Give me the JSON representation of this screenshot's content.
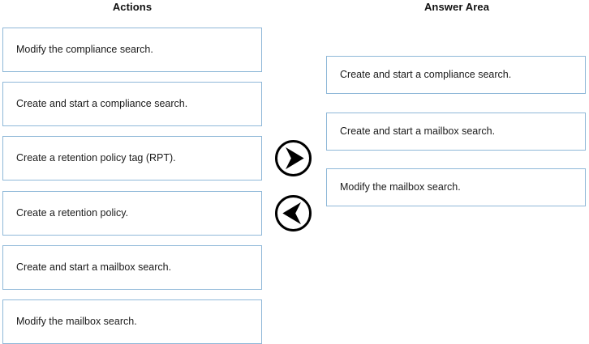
{
  "headers": {
    "actions": "Actions",
    "answer_area": "Answer Area"
  },
  "colors": {
    "box_border": "#8fb8d8",
    "box_background": "#ffffff",
    "text": "#1a1a1a",
    "arrow_stroke": "#000000",
    "page_background": "#ffffff"
  },
  "actions": {
    "title": "Actions",
    "items": [
      {
        "label": "Modify the compliance search."
      },
      {
        "label": "Create and start a compliance search."
      },
      {
        "label": "Create a retention policy tag (RPT)."
      },
      {
        "label": "Create a retention policy."
      },
      {
        "label": "Create and start a mailbox search."
      },
      {
        "label": "Modify the mailbox search."
      }
    ]
  },
  "answer_area": {
    "title": "Answer Area",
    "items": [
      {
        "label": "Create and start a compliance search."
      },
      {
        "label": "Create and start a mailbox search."
      },
      {
        "label": "Modify the mailbox search."
      }
    ]
  },
  "controls": {
    "move_right": {
      "icon": "chevron-right-circle-icon"
    },
    "move_left": {
      "icon": "chevron-left-circle-icon"
    }
  }
}
